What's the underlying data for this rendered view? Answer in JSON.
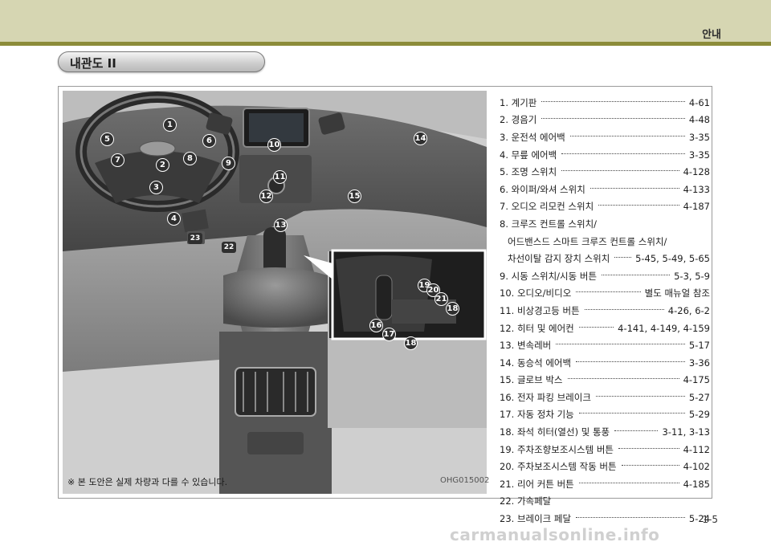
{
  "header": {
    "section": "안내"
  },
  "title": "내관도 II",
  "note": "※ 본 도안은 실제 차량과 다를 수 있습니다.",
  "photo_code": "OHG015002",
  "legend": [
    {
      "label": "1. 계기판",
      "page": "4-61"
    },
    {
      "label": "2. 경음기",
      "page": "4-48"
    },
    {
      "label": "3. 운전석 에어백",
      "page": "3-35"
    },
    {
      "label": "4. 무릎 에어백",
      "page": "3-35"
    },
    {
      "label": "5. 조명 스위치",
      "page": "4-128"
    },
    {
      "label": "6. 와이퍼/와셔 스위치",
      "page": "4-133"
    },
    {
      "label": "7. 오디오 리모컨 스위치",
      "page": "4-187"
    },
    {
      "label": "8. 크루즈 컨트롤 스위치/",
      "page": ""
    },
    {
      "label": "어드밴스드 스마트 크루즈 컨트롤 스위치/",
      "page": ""
    },
    {
      "label": "차선이탈 감지 장치 스위치",
      "page": "5-45, 5-49, 5-65"
    },
    {
      "label": "9. 시동 스위치/시동 버튼",
      "page": "5-3, 5-9"
    },
    {
      "label": "10. 오디오/비디오",
      "page": "별도 매뉴얼 참조"
    },
    {
      "label": "11. 비상경고등 버튼",
      "page": "4-26, 6-2"
    },
    {
      "label": "12. 히터 및 에어컨",
      "page": "4-141, 4-149, 4-159"
    },
    {
      "label": "13. 변속레버",
      "page": "5-17"
    },
    {
      "label": "14. 동승석 에어백",
      "page": "3-36"
    },
    {
      "label": "15. 글로브 박스",
      "page": "4-175"
    },
    {
      "label": "16. 전자 파킹 브레이크",
      "page": "5-27"
    },
    {
      "label": "17. 자동 정차 기능",
      "page": "5-29"
    },
    {
      "label": "18. 좌석 히터(열선) 및 통풍",
      "page": "3-11, 3-13"
    },
    {
      "label": "19. 주차조향보조시스템 버튼",
      "page": "4-112"
    },
    {
      "label": "20. 주차보조시스템 작동 버튼",
      "page": "4-102"
    },
    {
      "label": "21. 리어 커튼 버튼",
      "page": "4-185"
    },
    {
      "label": "22. 가속페달",
      "page": ""
    },
    {
      "label": "23. 브레이크 페달",
      "page": "5-24"
    }
  ],
  "markers": [
    "1",
    "2",
    "3",
    "4",
    "5",
    "6",
    "7",
    "8",
    "9",
    "10",
    "11",
    "12",
    "13",
    "14",
    "15",
    "16",
    "17",
    "18",
    "18",
    "19",
    "20",
    "21",
    "22",
    "23"
  ],
  "page_number": "1-5",
  "watermark": "carmanualsonline.info"
}
